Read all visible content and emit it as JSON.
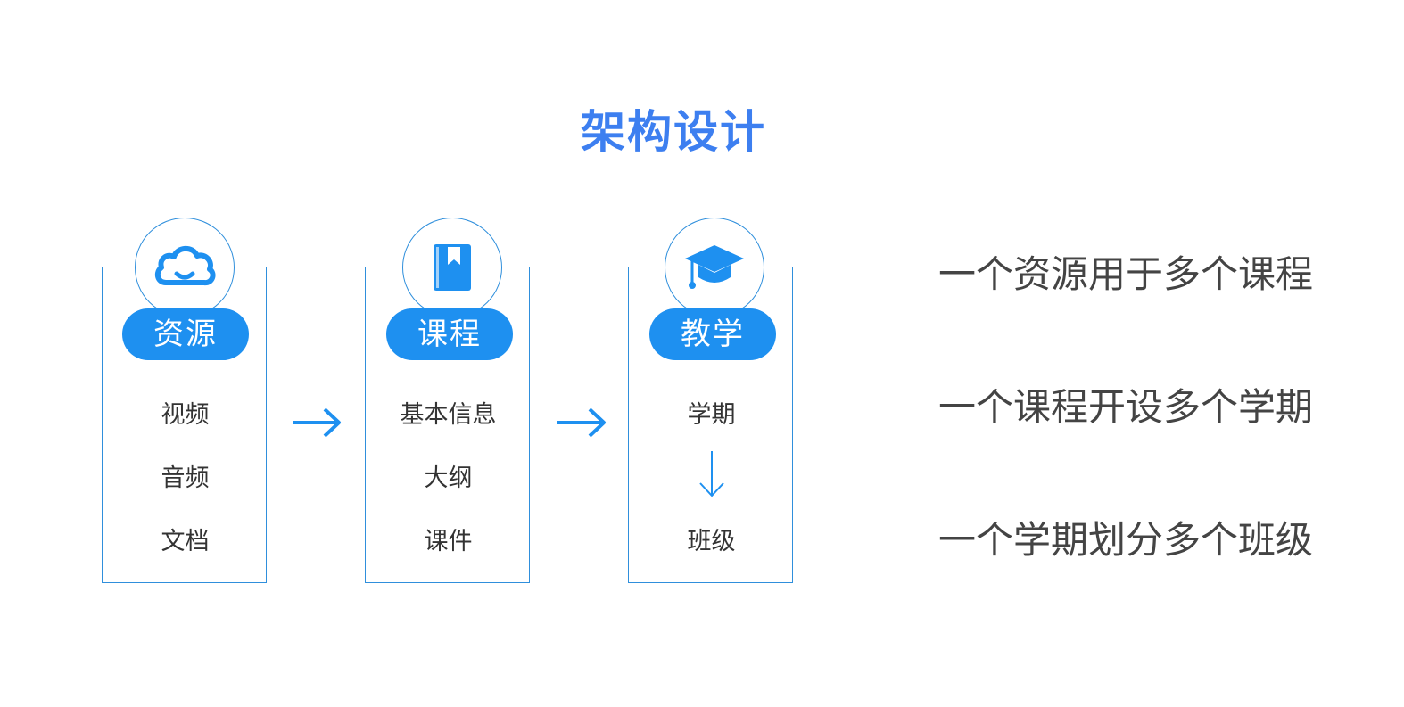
{
  "title": "架构设计",
  "colors": {
    "title": "#3d7ff0",
    "accent": "#1e90f0",
    "border": "#2f8fdc",
    "text": "#333333"
  },
  "cards": [
    {
      "label": "资源",
      "icon": "cloud-icon",
      "items": [
        "视频",
        "音频",
        "文档"
      ]
    },
    {
      "label": "课程",
      "icon": "book-icon",
      "items": [
        "基本信息",
        "大纲",
        "课件"
      ]
    },
    {
      "label": "教学",
      "icon": "graduation-cap-icon",
      "items": [
        "学期",
        "班级"
      ]
    }
  ],
  "statements": [
    "一个资源用于多个课程",
    "一个课程开设多个学期",
    "一个学期划分多个班级"
  ]
}
